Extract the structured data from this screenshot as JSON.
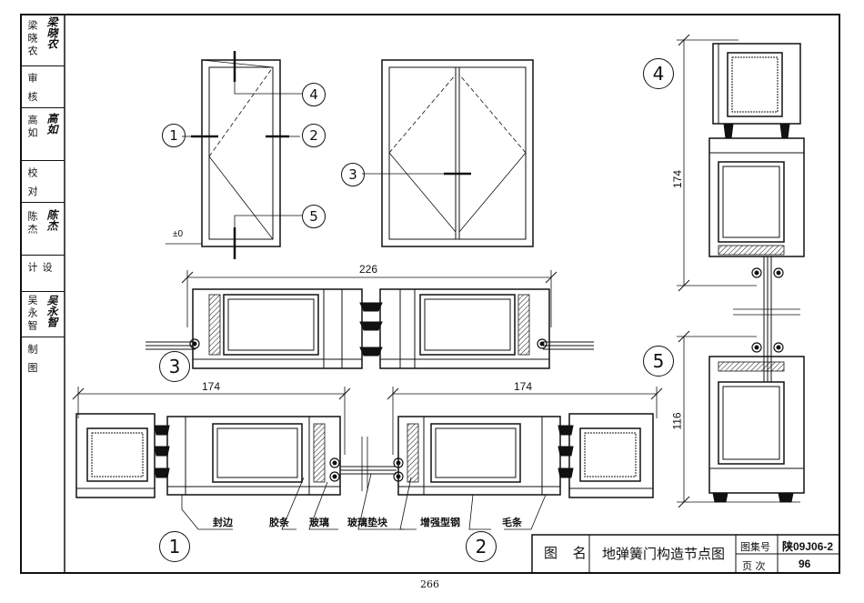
{
  "title_block": {
    "label": "图 名",
    "drawing_title": "地弹簧门构造节点图",
    "atlas_label": "图集号",
    "atlas_no": "陕09J06-2",
    "page_label": "页 次",
    "page_no": "96"
  },
  "signoff": [
    {
      "role": "梁晓农",
      "signature": "梁晓农"
    },
    {
      "role": "审 核",
      "signature": ""
    },
    {
      "role": "高如",
      "signature": "高如"
    },
    {
      "role": "校 对",
      "signature": ""
    },
    {
      "role": "陈杰",
      "signature": "陈杰"
    },
    {
      "role": "设 计",
      "signature": ""
    },
    {
      "role": "吴永智",
      "signature": "吴永智"
    },
    {
      "role": "制 图",
      "signature": ""
    }
  ],
  "detail_markers": [
    "1",
    "2",
    "3",
    "4",
    "5"
  ],
  "dimensions": {
    "d3_width": "226",
    "d1_width": "174",
    "d2_width": "174",
    "d4_height": "174",
    "d5_height": "116"
  },
  "elevation_label": "±0",
  "callouts": [
    "封边",
    "胶条",
    "玻璃",
    "玻璃垫块",
    "增强型钢",
    "毛条"
  ],
  "page_footer": "266"
}
